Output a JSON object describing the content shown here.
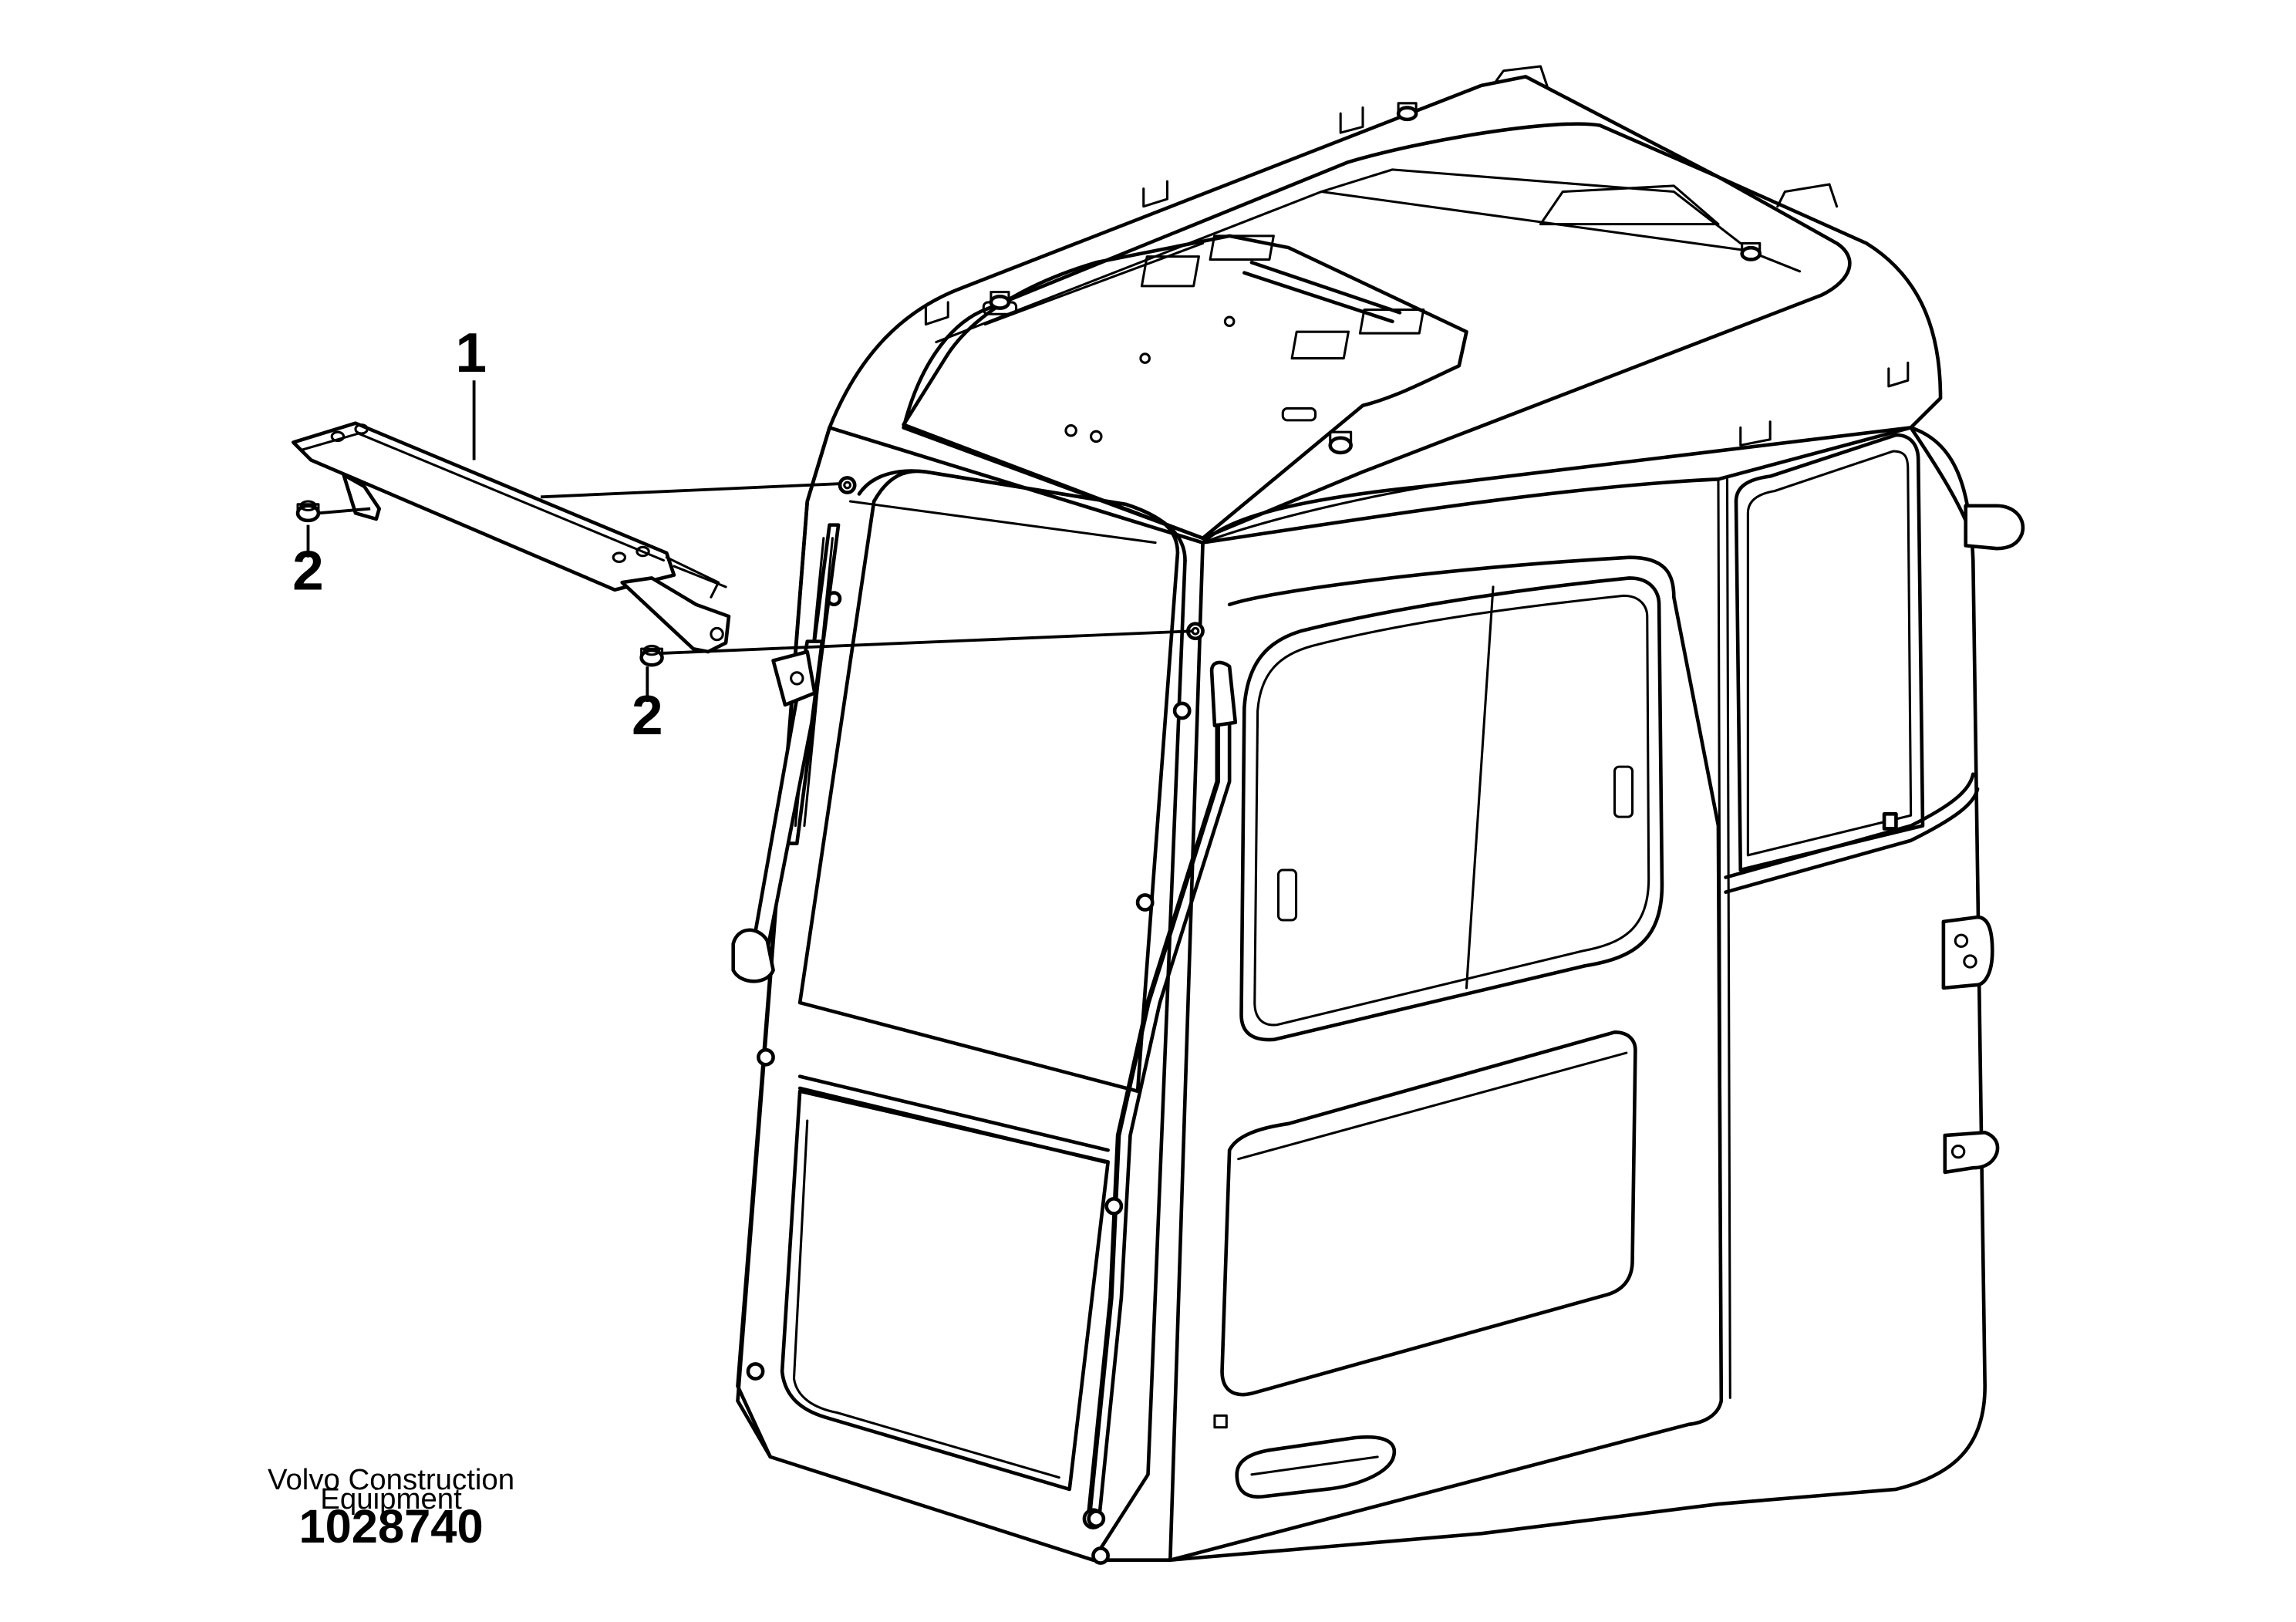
{
  "callouts": [
    {
      "id": "1",
      "label": "1"
    },
    {
      "id": "2a",
      "label": "2"
    },
    {
      "id": "2b",
      "label": "2"
    }
  ],
  "footer": {
    "company_line1": "Volvo Construction",
    "company_line2": "Equipment",
    "drawing_number": "1028740"
  }
}
